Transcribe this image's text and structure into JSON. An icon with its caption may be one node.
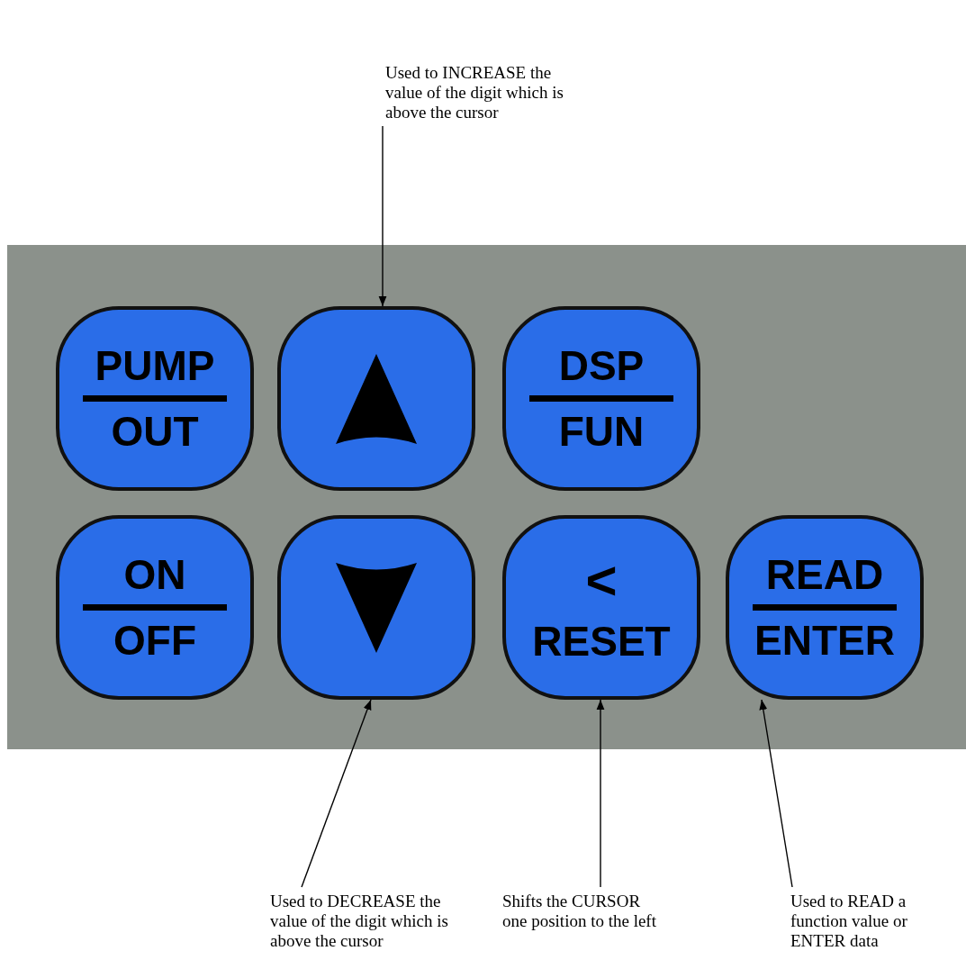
{
  "diagram": {
    "nodes": [
      {
        "text": [
          "Used to INCREASE the value of the digit which is above the cursor"
        ]
      },
      {
        "text": [
          "PUMP",
          "OUT"
        ]
      },
      {
        "text": [],
        "shape": "box"
      },
      {
        "text": [
          "DSP",
          "FUN"
        ]
      },
      {
        "text": [
          "ON",
          "OFF"
        ]
      },
      {
        "text": [],
        "shape": "box"
      },
      {
        "text": [
          "<",
          "RESET"
        ]
      },
      {
        "text": [
          "READ",
          "ENTER"
        ]
      },
      {
        "text": [
          "Used to DECREASE the value of the digit which is above the cursor"
        ]
      },
      {
        "text": [
          "Shifts the CURSOR one position to the left"
        ]
      },
      {
        "text": [
          "Used to READ a function value or ENTER data"
        ]
      }
    ],
    "edges": [
      {
        "from": 0,
        "to": 2,
        "arrow": "to"
      },
      {
        "from": 8,
        "to": 5,
        "arrow": "to"
      },
      {
        "from": 9,
        "to": 6,
        "arrow": "to"
      },
      {
        "from": 10,
        "to": 7,
        "arrow": "to"
      }
    ]
  }
}
